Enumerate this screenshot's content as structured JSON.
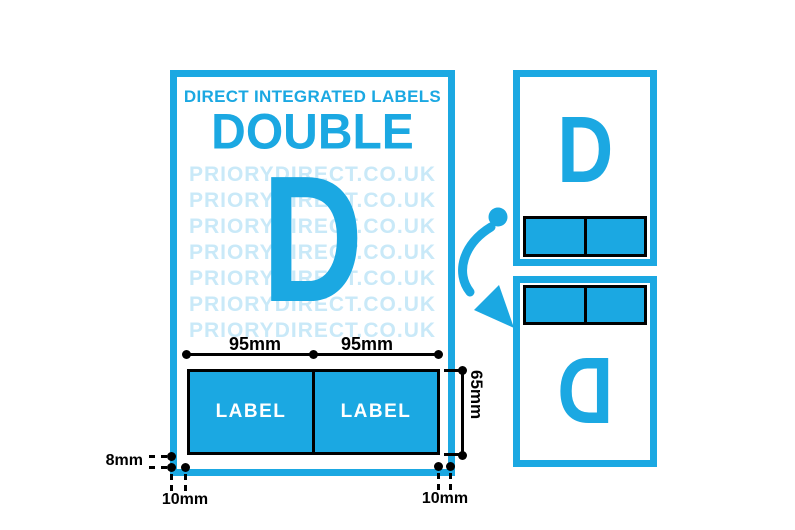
{
  "colors": {
    "cyan": "#1BA8E2",
    "watermark": "#C9E9F8",
    "ink": "#000000",
    "label_text": "#FFFFFF"
  },
  "sheet": {
    "header": "DIRECT INTEGRATED LABELS",
    "title": "DOUBLE",
    "letter": "D",
    "watermark_text": "PRIORYDIRECT.CO.UK",
    "watermark_rows": 7,
    "labels": [
      "LABEL",
      "LABEL"
    ]
  },
  "annotations": {
    "width_left": "95mm",
    "width_right": "95mm",
    "height": "65mm",
    "bottom_gap": "8mm",
    "margin_left": "10mm",
    "margin_right": "10mm"
  },
  "thumbnails": {
    "front_letter": "D",
    "back_letter": "D"
  }
}
